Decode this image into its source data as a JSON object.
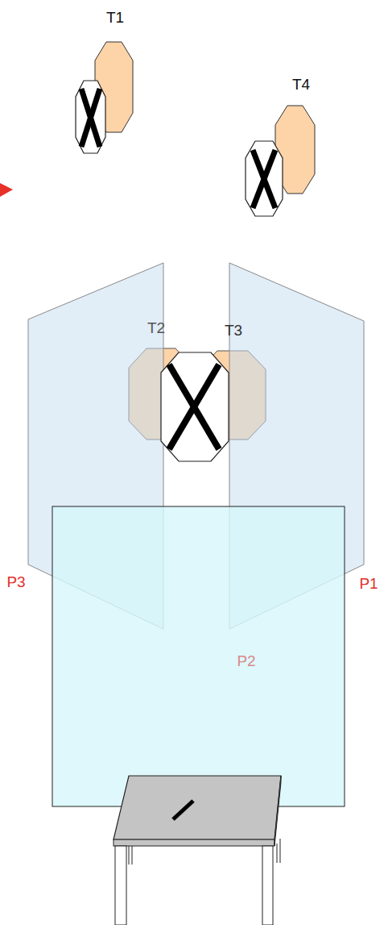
{
  "diagram": {
    "labels": [
      "T1",
      "T4",
      "T2",
      "T3",
      "P3",
      "P1",
      "P2"
    ]
  }
}
